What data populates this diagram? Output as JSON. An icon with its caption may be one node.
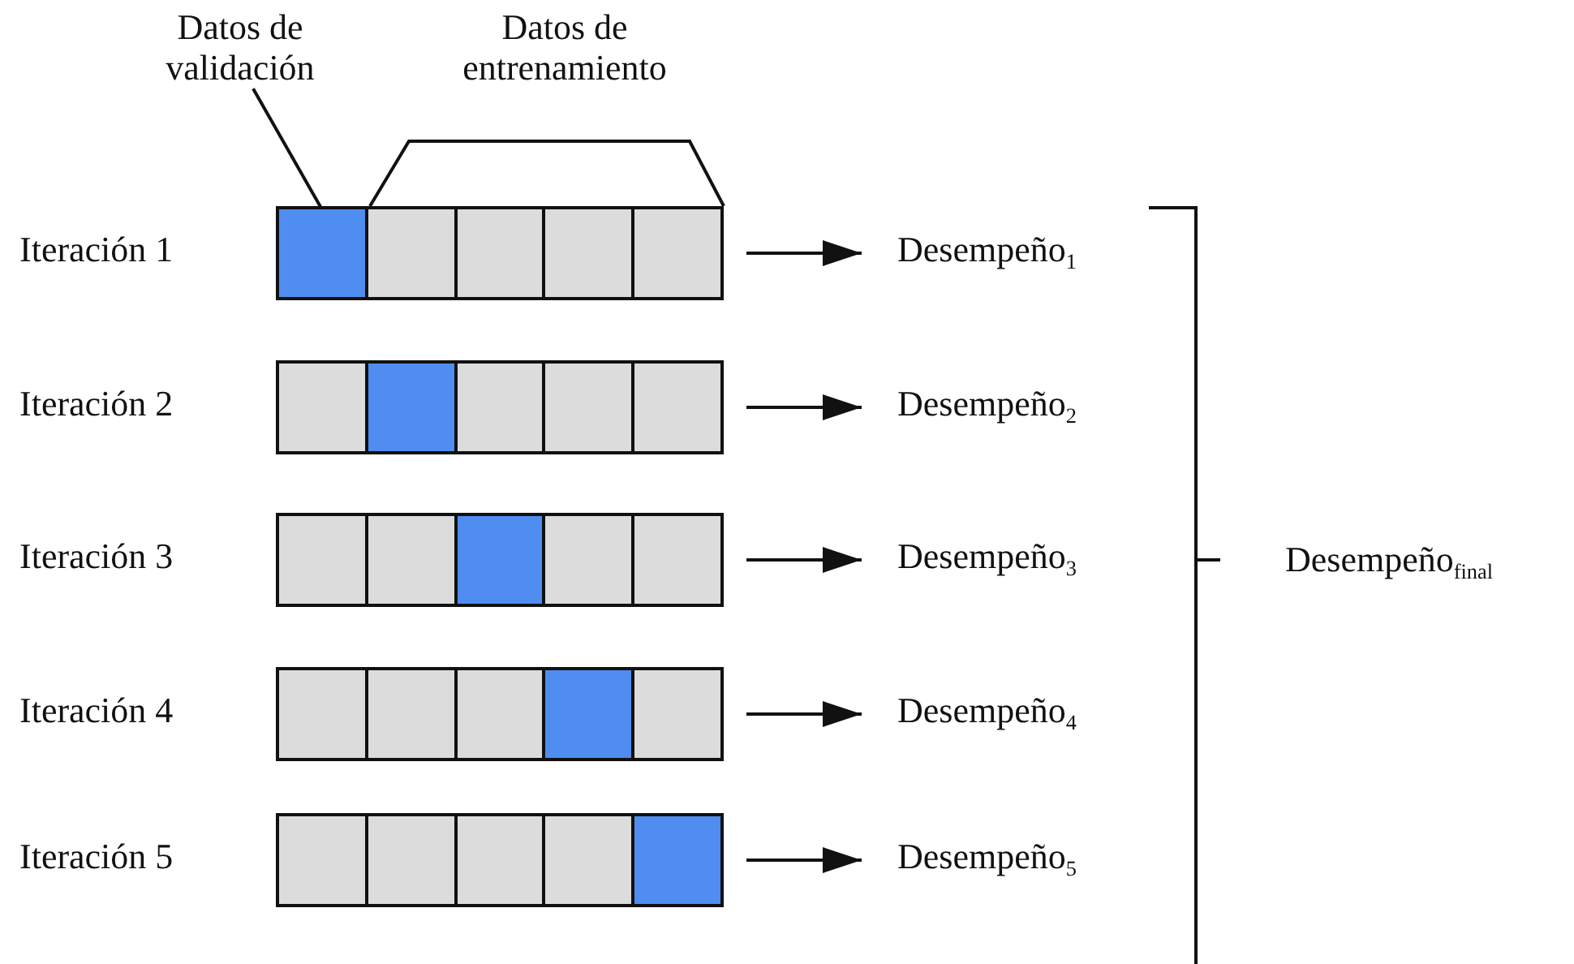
{
  "diagram": {
    "nodes": [
      {
        "text": [
          "Datos de validación"
        ]
      },
      {
        "text": [],
        "shape": "bar",
        "beside": [
          "Iteración 1"
        ]
      },
      {
        "text": [],
        "shape": "box",
        "in": 1
      },
      {
        "text": [],
        "shape": "box",
        "in": 1
      },
      {
        "text": [],
        "shape": "box",
        "in": 1
      },
      {
        "text": [],
        "shape": "box",
        "in": 1
      },
      {
        "text": [],
        "shape": "box",
        "in": 1
      },
      {
        "text": [
          "Desempeño$_{1}$"
        ]
      },
      {
        "text": [],
        "shape": "bar",
        "beside": [
          "Iteración 2"
        ]
      },
      {
        "text": [],
        "shape": "box",
        "in": 8
      },
      {
        "text": [],
        "shape": "box",
        "in": 8
      },
      {
        "text": [],
        "shape": "box",
        "in": 8
      },
      {
        "text": [],
        "shape": "box",
        "in": 8
      },
      {
        "text": [],
        "shape": "box",
        "in": 8
      },
      {
        "text": [
          "Desempeño$_{2}$"
        ]
      },
      {
        "text": [],
        "shape": "bar",
        "beside": [
          "Iteración 3"
        ]
      },
      {
        "text": [],
        "shape": "box",
        "in": 15
      },
      {
        "text": [],
        "shape": "box",
        "in": 15
      },
      {
        "text": [],
        "shape": "box",
        "in": 15
      },
      {
        "text": [],
        "shape": "box",
        "in": 15
      },
      {
        "text": [],
        "shape": "box",
        "in": 15
      },
      {
        "text": [
          "Desempeño$_{3}$"
        ]
      },
      {
        "text": [],
        "shape": "bar",
        "beside": [
          "Iteración 4"
        ]
      },
      {
        "text": [],
        "shape": "box",
        "in": 22
      },
      {
        "text": [],
        "shape": "box",
        "in": 22
      },
      {
        "text": [],
        "shape": "box",
        "in": 22
      },
      {
        "text": [],
        "shape": "box",
        "in": 22
      },
      {
        "text": [],
        "shape": "box",
        "in": 22
      },
      {
        "text": [
          "Desempeño$_{4}$"
        ]
      },
      {
        "text": [],
        "shape": "bar",
        "beside": [
          "Iteración 5"
        ]
      },
      {
        "text": [],
        "shape": "box",
        "in": 29
      },
      {
        "text": [],
        "shape": "box",
        "in": 29
      },
      {
        "text": [],
        "shape": "box",
        "in": 29
      },
      {
        "text": [],
        "shape": "box",
        "in": 29
      },
      {
        "text": [],
        "shape": "box",
        "in": 29
      },
      {
        "text": [
          "Desempeño$_{5}$"
        ]
      }
    ],
    "edges": [
      {
        "from": 0,
        "to": 2,
        "arrow": "none"
      },
      {
        "from": 1,
        "to": 7,
        "arrow": "to"
      },
      {
        "from": 8,
        "to": 14,
        "arrow": "to"
      },
      {
        "from": 15,
        "to": 21,
        "arrow": "to"
      },
      {
        "from": 22,
        "to": 28,
        "arrow": "to"
      },
      {
        "from": 29,
        "to": 35,
        "arrow": "to"
      }
    ],
    "labels": [
      "Datos de entrenamiento",
      "Desempeño$_{final}$"
    ]
  }
}
